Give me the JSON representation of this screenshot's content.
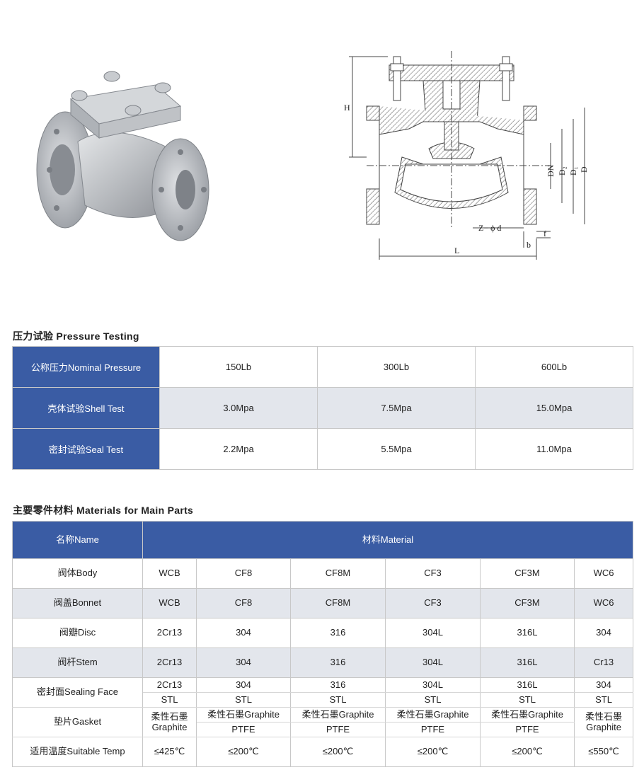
{
  "drawing": {
    "labels": {
      "h": "H",
      "dn": "DN",
      "d2": "D₂",
      "d1": "D₁",
      "d": "D",
      "zphid": "Z− ϕ d",
      "f": "f",
      "b": "b",
      "l": "L"
    }
  },
  "pressure_testing": {
    "title": "压力试验 Pressure Testing",
    "rows": [
      {
        "label": "公称压力Nominal Pressure",
        "values": [
          "150Lb",
          "300Lb",
          "600Lb"
        ]
      },
      {
        "label": "壳体试验Shell Test",
        "values": [
          "3.0Mpa",
          "7.5Mpa",
          "15.0Mpa"
        ]
      },
      {
        "label": "密封试验Seal Test",
        "values": [
          "2.2Mpa",
          "5.5Mpa",
          "11.0Mpa"
        ]
      }
    ]
  },
  "materials": {
    "title": "主要零件材料 Materials for Main Parts",
    "header_name": "名称Name",
    "header_material": "材料Material",
    "rows": [
      {
        "label": "阀体Body",
        "values": [
          "WCB",
          "CF8",
          "CF8M",
          "CF3",
          "CF3M",
          "WC6"
        ]
      },
      {
        "label": "阀盖Bonnet",
        "values": [
          "WCB",
          "CF8",
          "CF8M",
          "CF3",
          "CF3M",
          "WC6"
        ]
      },
      {
        "label": "阀瓣Disc",
        "values": [
          "2Cr13",
          "304",
          "316",
          "304L",
          "316L",
          "304"
        ]
      },
      {
        "label": "阀杆Stem",
        "values": [
          "2Cr13",
          "304",
          "316",
          "304L",
          "316L",
          "Cr13"
        ]
      }
    ],
    "sealing_face": {
      "label": "密封面Sealing Face",
      "top": [
        "2Cr13",
        "304",
        "316",
        "304L",
        "316L",
        "304"
      ],
      "bottom": [
        "STL",
        "STL",
        "STL",
        "STL",
        "STL",
        "STL"
      ]
    },
    "gasket": {
      "label": "垫片Gasket",
      "first": "柔性石墨\nGraphite",
      "top": [
        "柔性石墨Graphite",
        "柔性石墨Graphite",
        "柔性石墨Graphite",
        "柔性石墨Graphite"
      ],
      "bottom": [
        "PTFE",
        "PTFE",
        "PTFE",
        "PTFE"
      ],
      "last": "柔性石墨\nGraphite"
    },
    "temp": {
      "label": "适用温度Suitable Temp",
      "values": [
        "≤425℃",
        "≤200℃",
        "≤200℃",
        "≤200℃",
        "≤200℃",
        "≤550℃"
      ]
    }
  }
}
